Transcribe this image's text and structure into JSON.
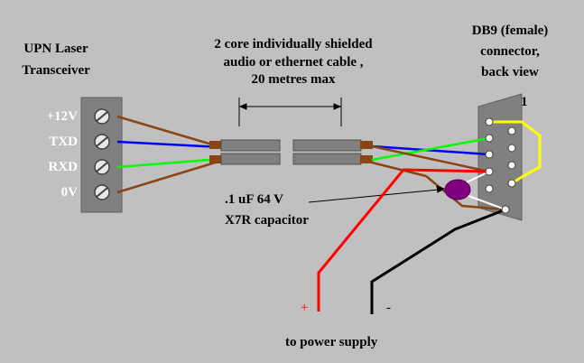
{
  "transceiver": {
    "title_line1": "UPN Laser",
    "title_line2": "Transceiver",
    "terminals": [
      "+12V",
      "TXD",
      "RXD",
      "0V"
    ]
  },
  "cable": {
    "line1": "2 core individually shielded",
    "line2": "audio or ethernet cable ,",
    "line3": "20 metres max"
  },
  "connector": {
    "line1": "DB9 (female)",
    "line2": "connector,",
    "line3": "back  view",
    "pin_label": "1"
  },
  "capacitor": {
    "line1": ".1 uF 64 V",
    "line2": "X7R capacitor"
  },
  "power": {
    "plus": "+",
    "minus": "-",
    "label": "to power supply"
  },
  "colors": {
    "background": "#c0c0c0",
    "shield_brown": "#8b4513",
    "blue_wire": "#0000ff",
    "green_wire": "#00ff00",
    "yellow_wire": "#ffff00",
    "red_wire": "#ff0000",
    "black_wire": "#000000",
    "white_wire": "#ffffff",
    "capacitor": "#800080",
    "block": "#808080"
  }
}
